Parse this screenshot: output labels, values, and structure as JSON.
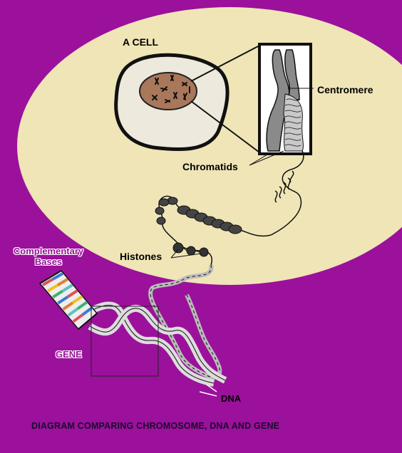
{
  "labels": {
    "cell": "A CELL",
    "centromere": "Centromere",
    "chromatids": "Chromatids",
    "histones": "Histones",
    "complementary_bases": "Complementary Bases",
    "gene": "GENE",
    "dna": "DNA",
    "caption": "DIAGRAM COMPARING CHROMOSOME, DNA AND GENE"
  },
  "colors": {
    "background": "#9b119b",
    "ellipse": "#efe5b6",
    "cell": "#eee9dd",
    "nucleus": "#a9775a",
    "chromosome": "#8a8a8a",
    "caption": "#1a0a2e"
  },
  "base_pair_colors": [
    "#e0505a",
    "#f0c020",
    "#40b070",
    "#3a7bd5",
    "#e08030",
    "#60c0c0"
  ]
}
